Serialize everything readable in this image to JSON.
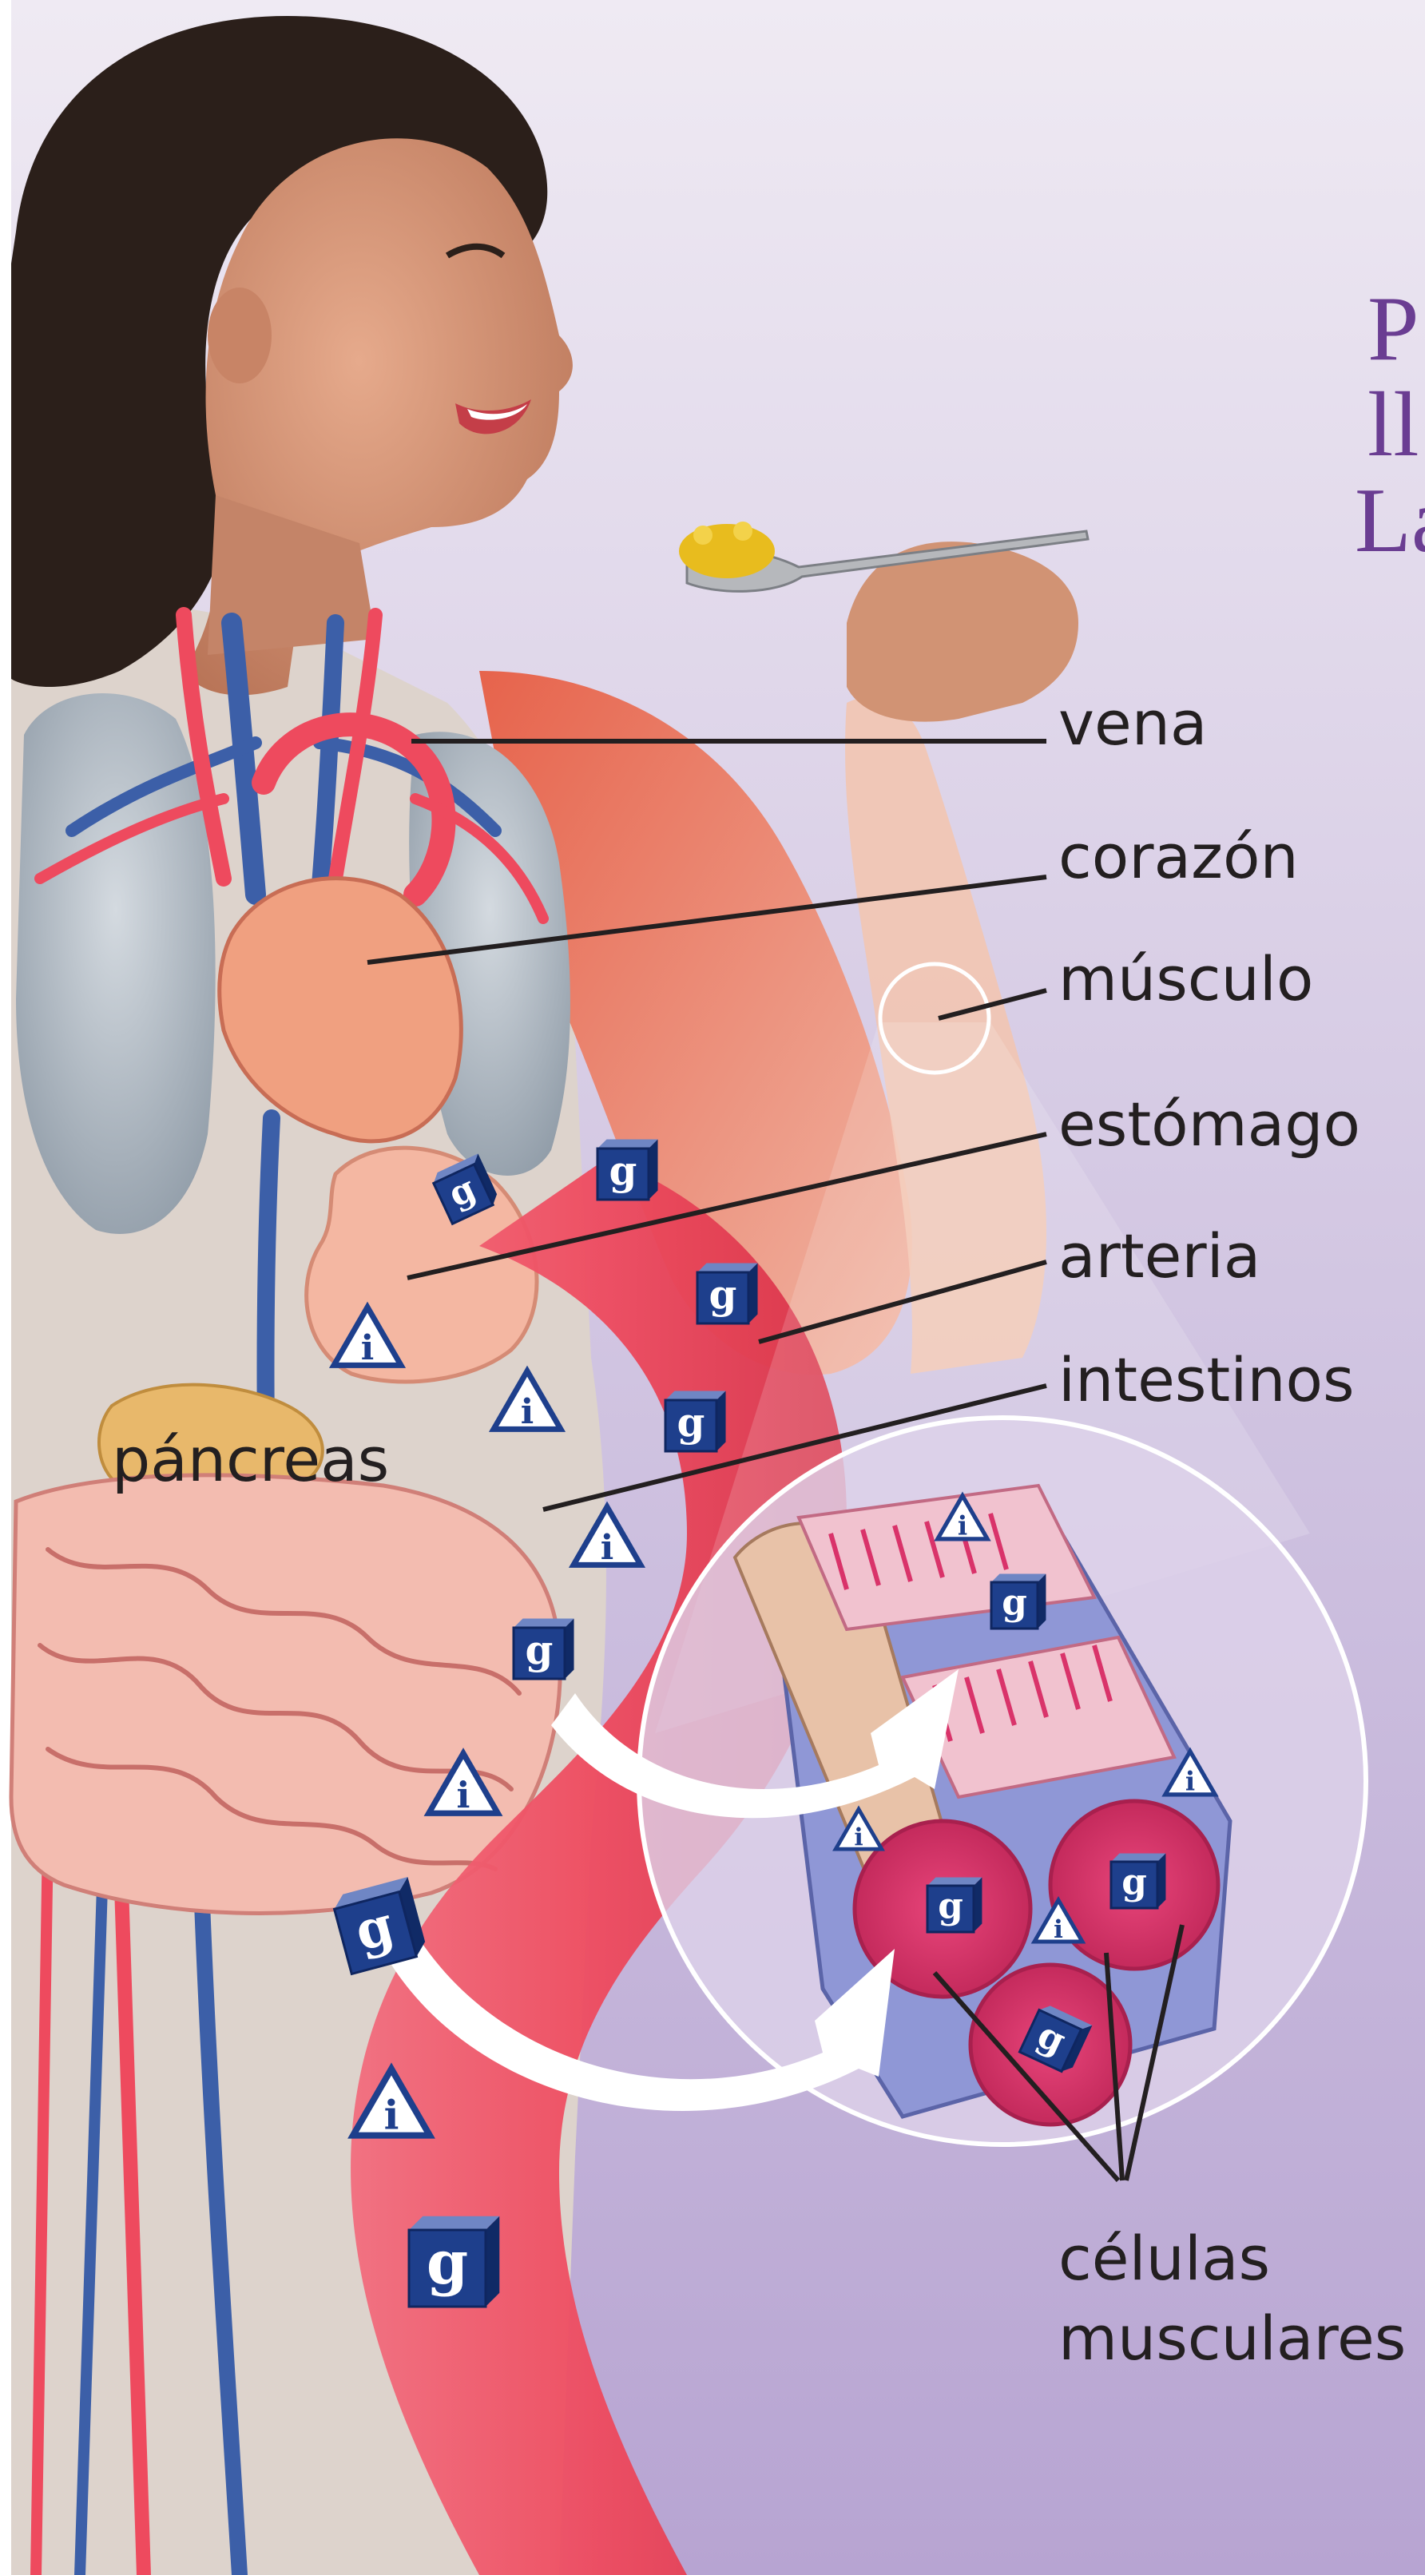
{
  "labels": {
    "vena": "vena",
    "corazon": "corazón",
    "musculo": "músculo",
    "estomago": "estómago",
    "arteria": "arteria",
    "intestinos": "intestinos",
    "pancreas": "páncreas",
    "celulas_line1": "células",
    "celulas_line2": "musculares"
  },
  "edge_title_fragments": [
    "P",
    "ll",
    "La"
  ],
  "markers": {
    "glucose": "g",
    "insulin": "i"
  },
  "colors": {
    "background_top": "#ece6f1",
    "background_bottom": "#b9a6d3",
    "artery": "#ee4a5e",
    "vein": "#3c5fa8",
    "marker_blue": "#1e3f8c",
    "muscle_cell": "#d9336a",
    "title_purple": "#6a3d92"
  }
}
